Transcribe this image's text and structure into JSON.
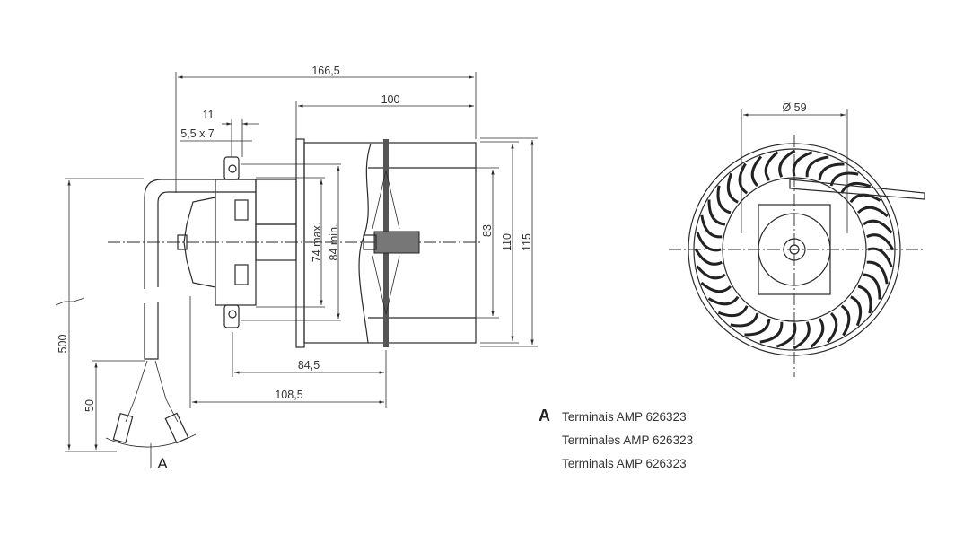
{
  "dimensions": {
    "overall_length": "166,5",
    "housing_length": "100",
    "slot_spacing": "11",
    "slot_size": "5,5 x 7",
    "mount_74": "74 max.",
    "mount_84": "84 min.",
    "inner_dia": "83",
    "outer_dia": "110",
    "flange_dia": "115",
    "impeller_pos": "84,5",
    "impeller_pos2": "108,5",
    "cable_length": "500",
    "lead_length": "50",
    "terminal_marker": "A",
    "rotor_dia": "Ø 59"
  },
  "legend": {
    "marker": "A",
    "lines": [
      "Terminais AMP 626323",
      "Terminales AMP 626323",
      "Terminals AMP 626323"
    ]
  }
}
